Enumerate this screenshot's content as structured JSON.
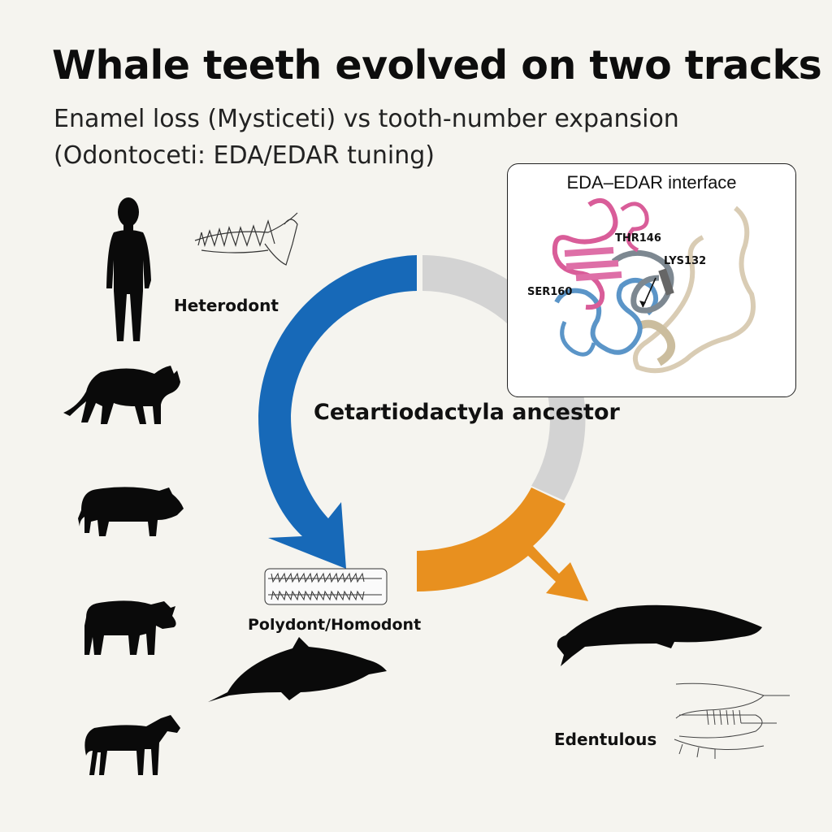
{
  "title": "Whale teeth evolved on two tracks",
  "subtitle": "Enamel loss (Mysticeti) vs tooth-number expansion (Odontoceti: EDA/EDAR tuning)",
  "center_label": "Cetartiodactyla ancestor",
  "labels": {
    "heterodont": "Heterodont",
    "polydont": "Polydont/Homodont",
    "edentulous": "Edentulous"
  },
  "inset": {
    "title": "EDA–EDAR interface",
    "residues": [
      "THR146",
      "LYS132",
      "SER160"
    ]
  },
  "colors": {
    "odontoceti_arrow": "#1769b8",
    "mysticeti_arrow": "#e8901f",
    "neutral_arc": "#d3d3d3",
    "silhouette": "#0a0a0a"
  },
  "icons": [
    "human-silhouette",
    "cat-silhouette",
    "pig-silhouette",
    "cow-silhouette",
    "horse-silhouette",
    "dolphin-silhouette",
    "baleen-whale-silhouette",
    "heterodont-jaw-sketch",
    "homodont-jaw-sketch",
    "baleen-mouth-sketch"
  ]
}
